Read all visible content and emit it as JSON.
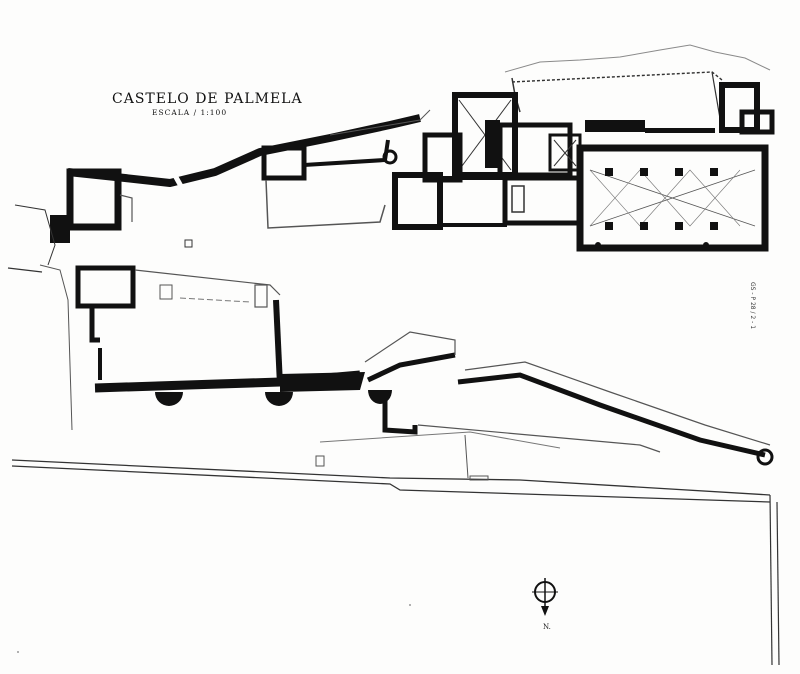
{
  "drawing": {
    "title": "CASTELO DE PALMELA",
    "scale_label": "ESCALA",
    "scale_value": "1:100",
    "north_label": "N.",
    "reference_note": "GS - P 28 / 2 - 1"
  },
  "colors": {
    "paper": "#fdfdfc",
    "wall_fill": "#111111",
    "line": "#333333",
    "faint_line": "#8a8a8a"
  },
  "icons": {
    "north_arrow": "compass-north-arrow-icon"
  }
}
